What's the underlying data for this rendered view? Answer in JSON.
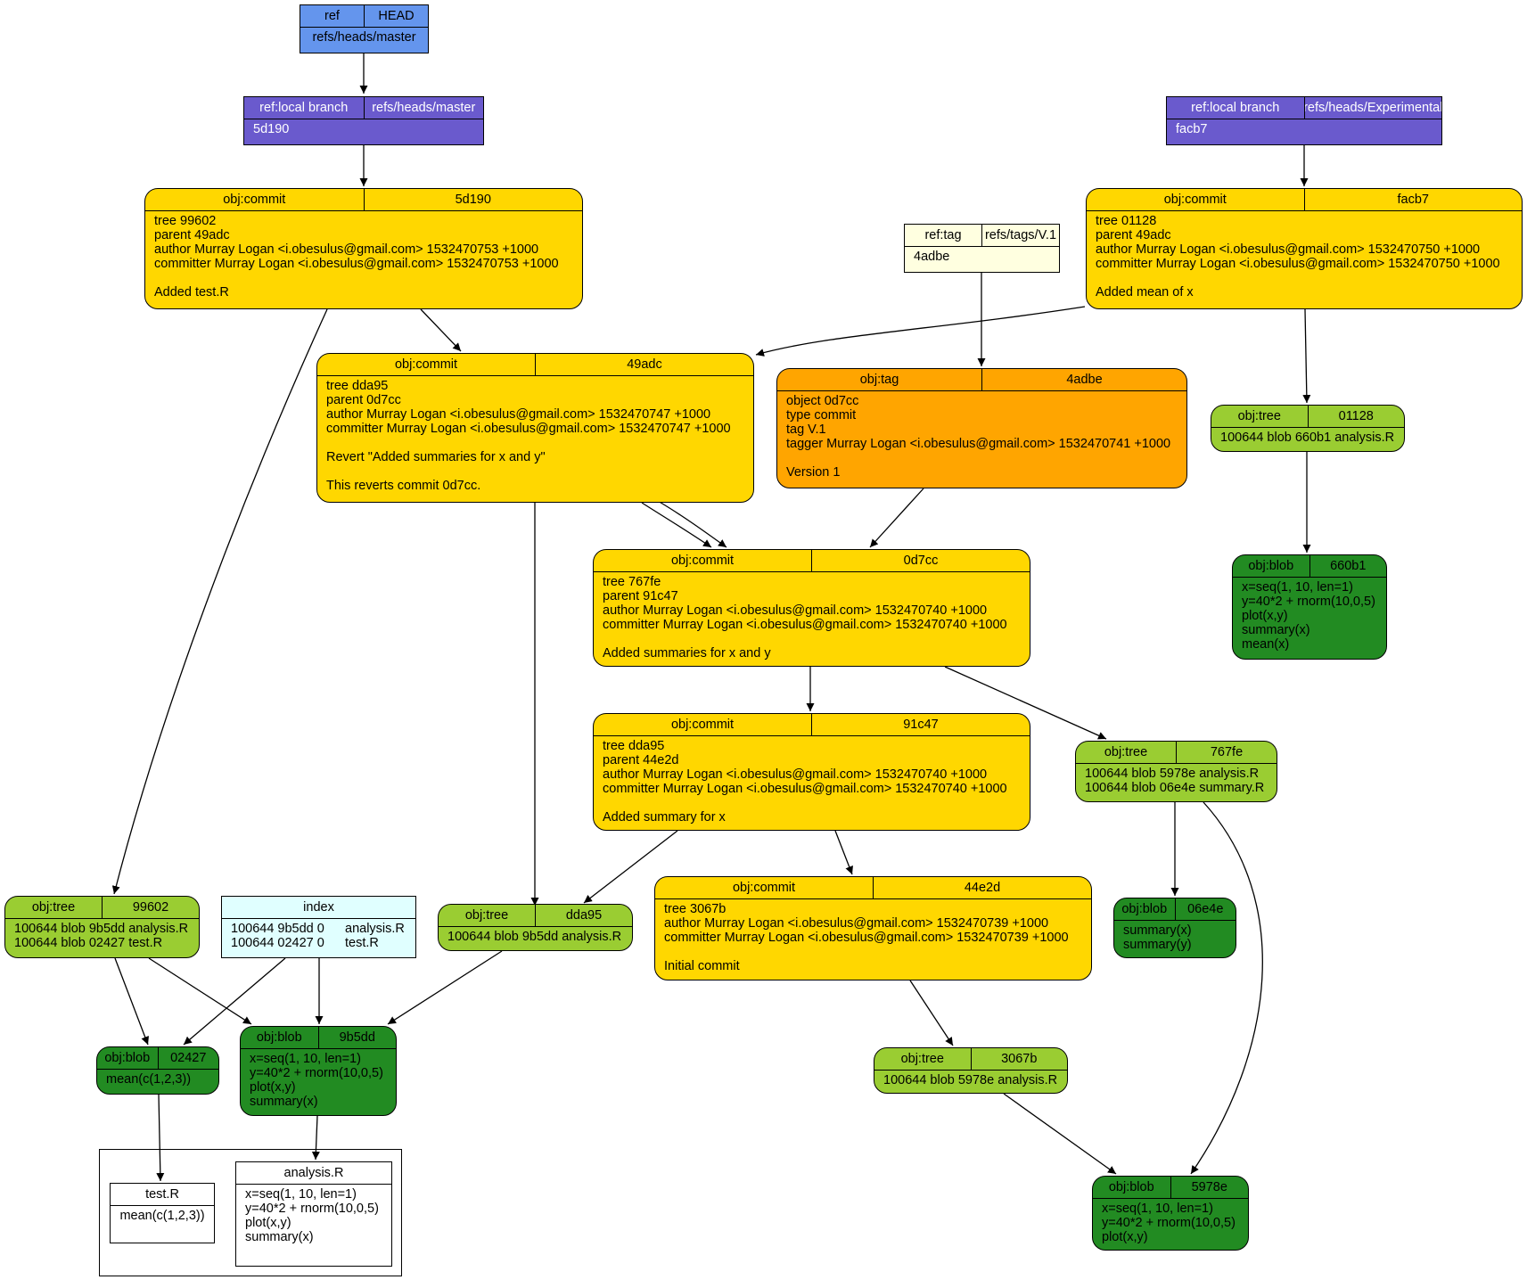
{
  "nodes": {
    "ref_head": {
      "h1": "ref",
      "h2": "HEAD",
      "body": "refs/heads/master"
    },
    "branch_master": {
      "h1": "ref:local branch",
      "h2": "refs/heads/master",
      "body": "5d190"
    },
    "branch_exp": {
      "h1": "ref:local branch",
      "h2": "refs/heads/Experimental",
      "body": "facb7"
    },
    "commit_5d190": {
      "h1": "obj:commit",
      "h2": "5d190",
      "body": "tree 99602\nparent 49adc\nauthor Murray Logan <i.obesulus@gmail.com> 1532470753 +1000\ncommitter Murray Logan <i.obesulus@gmail.com> 1532470753 +1000\n\nAdded test.R"
    },
    "commit_facb7": {
      "h1": "obj:commit",
      "h2": "facb7",
      "body": "tree 01128\nparent 49adc\nauthor Murray Logan <i.obesulus@gmail.com> 1532470750 +1000\ncommitter Murray Logan <i.obesulus@gmail.com> 1532470750 +1000\n\nAdded mean of x"
    },
    "reftag_v1": {
      "h1": "ref:tag",
      "h2": "refs/tags/V.1",
      "body": "4adbe"
    },
    "commit_49adc": {
      "h1": "obj:commit",
      "h2": "49adc",
      "body": "tree dda95\nparent 0d7cc\nauthor Murray Logan <i.obesulus@gmail.com> 1532470747 +1000\ncommitter Murray Logan <i.obesulus@gmail.com> 1532470747 +1000\n\nRevert \"Added summaries for x and y\"\n\nThis reverts commit 0d7cc."
    },
    "tag_4adbe": {
      "h1": "obj:tag",
      "h2": "4adbe",
      "body": "object 0d7cc\ntype commit\ntag V.1\ntagger Murray Logan <i.obesulus@gmail.com> 1532470741 +1000\n\nVersion 1"
    },
    "tree_01128": {
      "h1": "obj:tree",
      "h2": "01128",
      "body": "100644 blob 660b1 analysis.R"
    },
    "blob_660b1": {
      "h1": "obj:blob",
      "h2": "660b1",
      "body": "x=seq(1, 10, len=1)\ny=40*2 + rnorm(10,0,5)\nplot(x,y)\nsummary(x)\nmean(x)"
    },
    "commit_0d7cc": {
      "h1": "obj:commit",
      "h2": "0d7cc",
      "body": "tree 767fe\nparent 91c47\nauthor Murray Logan <i.obesulus@gmail.com> 1532470740 +1000\ncommitter Murray Logan <i.obesulus@gmail.com> 1532470740 +1000\n\nAdded summaries for x and y"
    },
    "commit_91c47": {
      "h1": "obj:commit",
      "h2": "91c47",
      "body": "tree dda95\nparent 44e2d\nauthor Murray Logan <i.obesulus@gmail.com> 1532470740 +1000\ncommitter Murray Logan <i.obesulus@gmail.com> 1532470740 +1000\n\nAdded summary for x"
    },
    "tree_767fe": {
      "h1": "obj:tree",
      "h2": "767fe",
      "body": "100644 blob 5978e analysis.R\n100644 blob 06e4e summary.R"
    },
    "tree_99602": {
      "h1": "obj:tree",
      "h2": "99602",
      "body": "100644 blob 9b5dd analysis.R\n100644 blob 02427 test.R"
    },
    "index": {
      "title": "index",
      "rows": [
        {
          "a": "100644 9b5dd 0",
          "b": "analysis.R"
        },
        {
          "a": "100644 02427 0",
          "b": "test.R"
        }
      ]
    },
    "tree_dda95": {
      "h1": "obj:tree",
      "h2": "dda95",
      "body": "100644 blob 9b5dd analysis.R"
    },
    "commit_44e2d": {
      "h1": "obj:commit",
      "h2": "44e2d",
      "body": "tree 3067b\nauthor Murray Logan <i.obesulus@gmail.com> 1532470739 +1000\ncommitter Murray Logan <i.obesulus@gmail.com> 1532470739 +1000\n\nInitial commit"
    },
    "blob_06e4e": {
      "h1": "obj:blob",
      "h2": "06e4e",
      "body": "summary(x)\nsummary(y)"
    },
    "blob_02427": {
      "h1": "obj:blob",
      "h2": "02427",
      "body": "mean(c(1,2,3))"
    },
    "blob_9b5dd": {
      "h1": "obj:blob",
      "h2": "9b5dd",
      "body": "x=seq(1, 10, len=1)\ny=40*2 + rnorm(10,0,5)\nplot(x,y)\nsummary(x)"
    },
    "tree_3067b": {
      "h1": "obj:tree",
      "h2": "3067b",
      "body": "100644 blob 5978e analysis.R"
    },
    "blob_5978e": {
      "h1": "obj:blob",
      "h2": "5978e",
      "body": "x=seq(1, 10, len=1)\ny=40*2 + rnorm(10,0,5)\nplot(x,y)"
    },
    "file_test": {
      "title": "test.R",
      "body": "mean(c(1,2,3))"
    },
    "file_analysis": {
      "title": "analysis.R",
      "body": "x=seq(1, 10, len=1)\ny=40*2 + rnorm(10,0,5)\nplot(x,y)\nsummary(x)"
    }
  },
  "colors": {
    "ref": "#6495ed",
    "branch": "#6a5acd",
    "commit": "#ffd700",
    "tag": "#ffa500",
    "ref_tag": "#ffffe0",
    "tree": "#9acd32",
    "blob": "#228b22",
    "index": "#e0ffff",
    "file": "#ffffff"
  }
}
